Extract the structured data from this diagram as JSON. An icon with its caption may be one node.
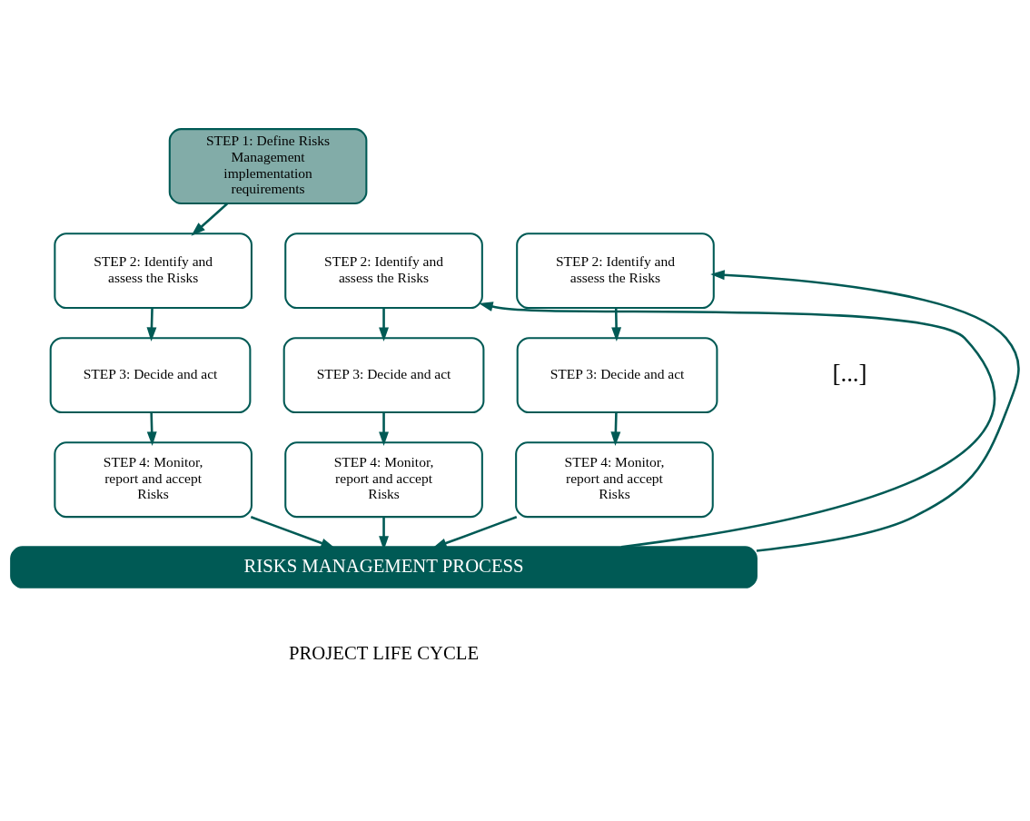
{
  "diagram": {
    "nodes": [
      {
        "text": [
          "STEP 1: Define Risks Management implementation requirements"
        ]
      },
      {
        "text": [
          "STEP 2: Identify and assess the Risks"
        ]
      },
      {
        "text": [
          "STEP 3: Decide and act"
        ]
      },
      {
        "text": [
          "STEP 4: Monitor, report and accept Risks"
        ]
      },
      {
        "text": [
          "STEP 2: Identify and assess the Risks"
        ]
      },
      {
        "text": [
          "STEP 3: Decide and act"
        ]
      },
      {
        "text": [
          "STEP 4: Monitor, report and accept Risks"
        ]
      },
      {
        "text": [
          "STEP 2: Identify and assess the Risks"
        ]
      },
      {
        "text": [
          "STEP 3: Decide and act"
        ]
      },
      {
        "text": [
          "STEP 4: Monitor, report and accept Risks"
        ]
      },
      {
        "text": [
          "RISKS MANAGEMENT PROCESS"
        ]
      }
    ],
    "edges": [
      {
        "from": 0,
        "to": 1,
        "arrow": "to"
      },
      {
        "from": 1,
        "to": 2,
        "arrow": "to"
      },
      {
        "from": 2,
        "to": 3,
        "arrow": "to"
      },
      {
        "from": 3,
        "to": 10,
        "arrow": "to"
      },
      {
        "from": 10,
        "to": 4,
        "arrow": "to"
      },
      {
        "from": 4,
        "to": 5,
        "arrow": "to"
      },
      {
        "from": 5,
        "to": 6,
        "arrow": "to"
      },
      {
        "from": 6,
        "to": 10,
        "arrow": "to"
      },
      {
        "from": 10,
        "to": 7,
        "arrow": "to"
      },
      {
        "from": 7,
        "to": 8,
        "arrow": "to"
      },
      {
        "from": 8,
        "to": 9,
        "arrow": "to"
      },
      {
        "from": 9,
        "to": 10,
        "arrow": "to"
      }
    ],
    "labels": [
      "[...]",
      "PROJECT LIFE CYCLE"
    ]
  }
}
